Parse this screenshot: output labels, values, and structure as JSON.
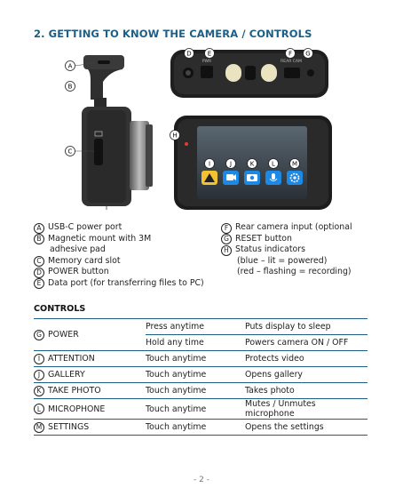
{
  "title": "2. GETTING TO KNOW THE CAMERA / CONTROLS",
  "callouts": {
    "a": "A",
    "b": "B",
    "c": "C",
    "d": "D",
    "e": "E",
    "f": "F",
    "g": "G",
    "h": "H",
    "i": "I",
    "j": "J",
    "k": "K",
    "l": "L",
    "m": "M"
  },
  "device_labels": {
    "power": "PWR",
    "rear_cam": "REAR CAM"
  },
  "legend_left": [
    {
      "letter": "A",
      "text": "USB-C power port"
    },
    {
      "letter": "B",
      "text": "Magnetic mount with 3M",
      "sub": "adhesive pad"
    },
    {
      "letter": "C",
      "text": "Memory card slot"
    },
    {
      "letter": "D",
      "text": "POWER button"
    },
    {
      "letter": "E",
      "text": "Data port (for transferring files to PC)"
    }
  ],
  "legend_right": [
    {
      "letter": "F",
      "text": "Rear camera input (optional"
    },
    {
      "letter": "G",
      "text": "RESET button"
    },
    {
      "letter": "H",
      "text": "Status indicators",
      "sub1": "(blue – lit = powered)",
      "sub2": "(red – flashing = recording)"
    }
  ],
  "controls_title": "CONTROLS",
  "controls": {
    "power": {
      "letter": "G",
      "name": "POWER",
      "rows": [
        {
          "action": "Press anytime",
          "result": "Puts display to sleep"
        },
        {
          "action": "Hold any time",
          "result": "Powers camera ON / OFF"
        }
      ]
    },
    "rows": [
      {
        "letter": "I",
        "name": "ATTENTION",
        "action": "Touch anytime",
        "result": "Protects video"
      },
      {
        "letter": "J",
        "name": "GALLERY",
        "action": "Touch anytime",
        "result": "Opens gallery"
      },
      {
        "letter": "K",
        "name": "TAKE PHOTO",
        "action": "Touch anytime",
        "result": "Takes photo"
      },
      {
        "letter": "L",
        "name": "MICROPHONE",
        "action": "Touch anytime",
        "result": "Mutes / Unmutes microphone"
      },
      {
        "letter": "M",
        "name": "SETTINGS",
        "action": "Touch anytime",
        "result": "Opens the settings"
      }
    ]
  },
  "page_number": "- 2 -",
  "colors": {
    "heading": "#1b5e86",
    "icon_blue": "#1e88e5",
    "icon_yellow": "#f2c230",
    "led_red": "#e53935"
  }
}
